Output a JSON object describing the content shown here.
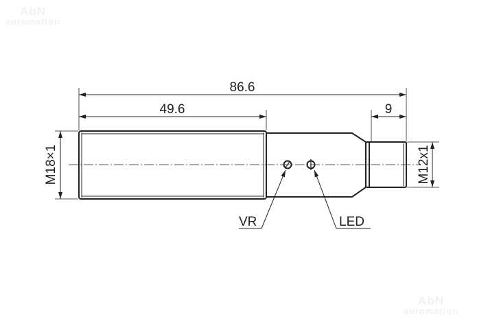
{
  "watermark": {
    "brand": "AbN",
    "sub": "automation"
  },
  "dimensions": {
    "overall_length": "86.6",
    "thread_length": "49.6",
    "connector_length": "9",
    "body_thread": "M18×1",
    "connector_thread": "M12x1"
  },
  "callouts": {
    "vr": "VR",
    "led": "LED"
  }
}
